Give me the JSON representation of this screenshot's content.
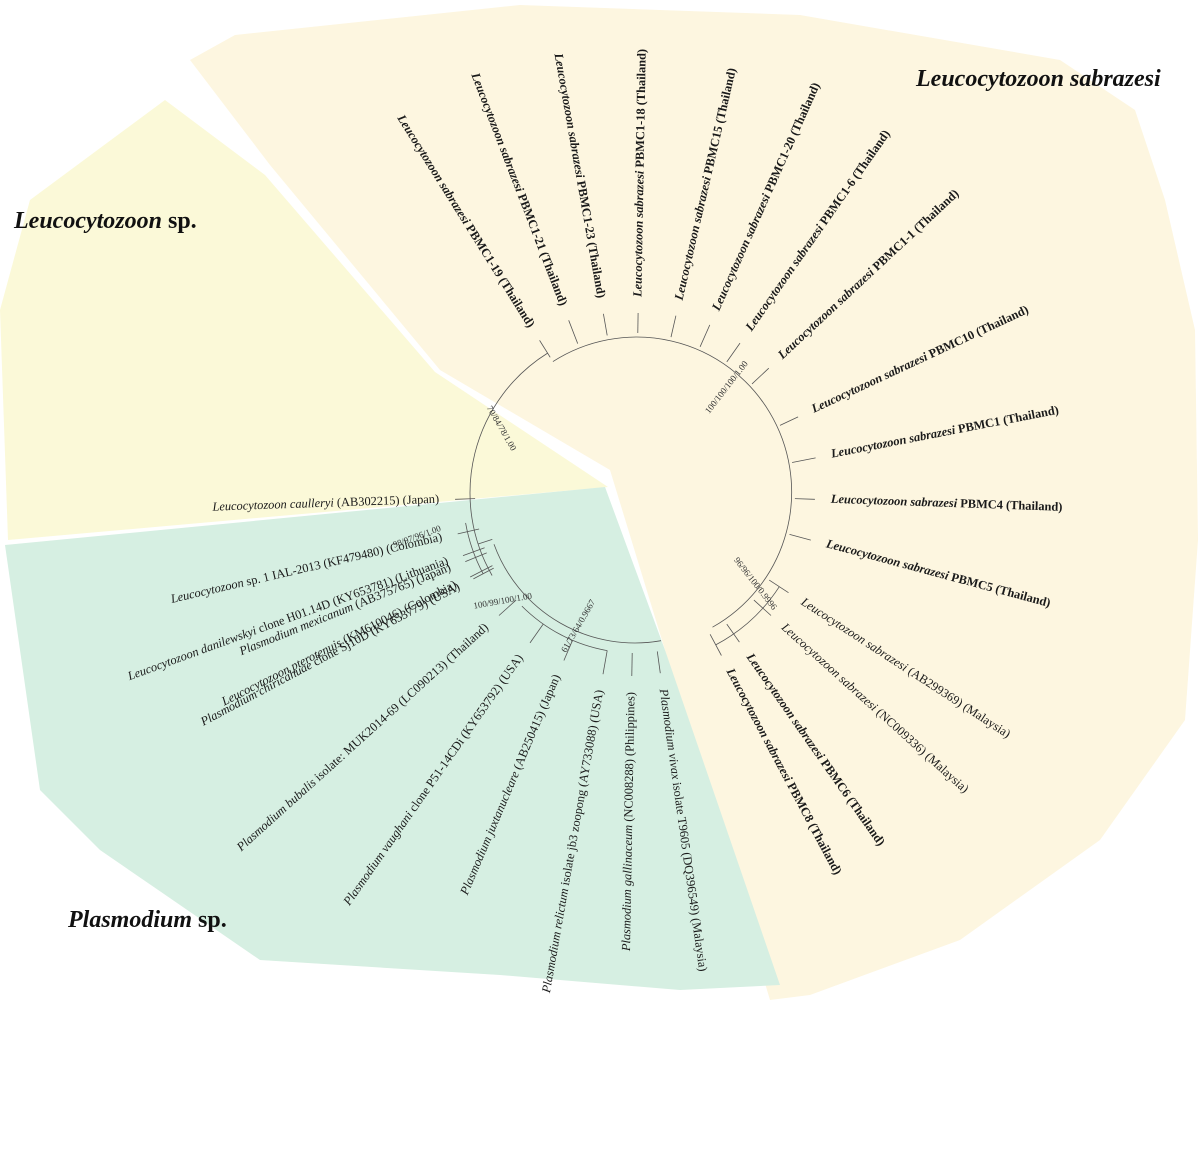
{
  "groups": [
    {
      "id": "leuco-sabrazesi",
      "title_italic": "Leucocytozoon sabrazesi",
      "title_plain": "",
      "color": "#fdf6e0"
    },
    {
      "id": "leuco-sp",
      "title_italic": "Leucocytozoon",
      "title_plain": " sp.",
      "color": "#fbf9d8"
    },
    {
      "id": "plasmodium-sp",
      "title_italic": "Plasmodium",
      "title_plain": " sp.",
      "color": "#d6efe2"
    }
  ],
  "leaves": [
    {
      "species": "Leucocytozoon caulleryi",
      "rest": " (AB302215) (Japan)",
      "bold": false
    },
    {
      "species": "Leucocytozoon",
      "rest": " sp. 1 IAL-2013 (KF479480) (Colombia)",
      "bold": false
    },
    {
      "species": "Leucocytozoon danilewskyi",
      "rest": " clone H01.14D (KY653781) (Lithuania)",
      "bold": false
    },
    {
      "species": "Leucocytozoon pterotenuis",
      "rest": " (KM610046) (Colombia)",
      "bold": false
    },
    {
      "species": "Leucocytozoon sabrazesi",
      "rest": " PBMC1-19 (Thailand)",
      "bold": true
    },
    {
      "species": "Leucocytozoon sabrazesi",
      "rest": " PBMC1-21 (Thailand)",
      "bold": true
    },
    {
      "species": "Leucocytozoon sabrazesi",
      "rest": " PBMC1-23 (Thailand)",
      "bold": true
    },
    {
      "species": "Leucocytozoon sabrazesi",
      "rest": " PBMC1-18 (Thailand)",
      "bold": true
    },
    {
      "species": "Leucocytozoon sabrazesi",
      "rest": " PBMC15 (Thailand)",
      "bold": true
    },
    {
      "species": "Leucocytozoon sabrazesi",
      "rest": " PBMC1-20 (Thailand)",
      "bold": true
    },
    {
      "species": "Leucocytozoon sabrazesi",
      "rest": " PBMC1-6 (Thailand)",
      "bold": true
    },
    {
      "species": "Leucocytozoon sabrazesi",
      "rest": " PBMC1-1 (Thailand)",
      "bold": true
    },
    {
      "species": "Leucocytozoon sabrazesi",
      "rest": " PBMC10 (Thailand)",
      "bold": true
    },
    {
      "species": "Leucocytozoon sabrazesi",
      "rest": " PBMC1 (Thailand)",
      "bold": true
    },
    {
      "species": "Leucocytozoon sabrazesi",
      "rest": " PBMC4 (Thailand)",
      "bold": true
    },
    {
      "species": "Leucocytozoon sabrazesi",
      "rest": " PBMC5 (Thailand)",
      "bold": true
    },
    {
      "species": "Leucocytozoon sabrazesi",
      "rest": " (AB299369) (Malaysia)",
      "bold": false
    },
    {
      "species": "Leucocytozoon sabrazesi",
      "rest": " (NC009336) (Malaysia)",
      "bold": false
    },
    {
      "species": "Leucocytozoon sabrazesi",
      "rest": " PBMC6 (Thailand)",
      "bold": true
    },
    {
      "species": "Leucocytozoon sabrazesi",
      "rest": " PBMC8 (Thailand)",
      "bold": true
    },
    {
      "species": "Plasmodium vivax",
      "rest": " isolate T9605 (DQ396549) (Malaysia)",
      "bold": false
    },
    {
      "species": "Plasmodium gallinaceum",
      "rest": " (NC008288) (Philippines)",
      "bold": false
    },
    {
      "species": "Plasmodium relictum",
      "rest": " isolate jb3 zoopong (AY733088) (USA)",
      "bold": false
    },
    {
      "species": "Plasmodium juxtanucleare",
      "rest": " (AB250415) (Japan)",
      "bold": false
    },
    {
      "species": "Plasmodium vaughani",
      "rest": " clone P51-14CDi (KY653792) (USA)",
      "bold": false
    },
    {
      "species": "Plasmodium bubalis",
      "rest": " isolate: MUK2014-69 (LC090213) (Thailand)",
      "bold": false
    },
    {
      "species": "Plasmodium chiricahuae",
      "rest": " clone Sj10D (KY653779) (USA)",
      "bold": false
    },
    {
      "species": "Plasmodium mexicanum",
      "rest": " (AB375765) (Japan)",
      "bold": false
    }
  ],
  "supports": [
    "70/84/78/1.00",
    "98/97/96/1.00",
    "100/100/100/1.00",
    "96/96/100/0.9996",
    "100/99/100/1.00",
    "61/73/64/0.9667"
  ],
  "colors": {
    "branch": "#555555",
    "text": "#1a1a1a"
  }
}
